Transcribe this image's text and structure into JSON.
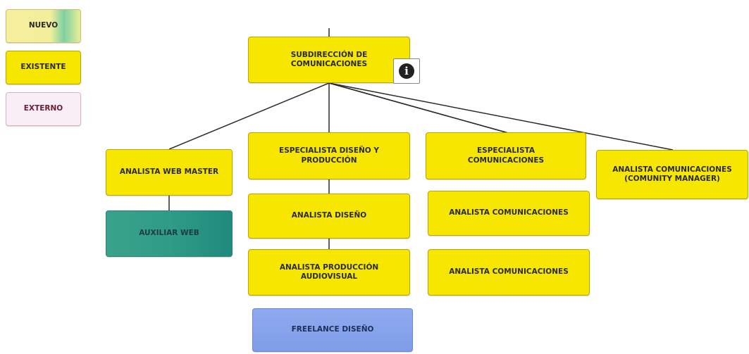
{
  "legend": {
    "nuevo": "NUEVO",
    "existente": "EXISTENTE",
    "externo": "EXTERNO"
  },
  "nodes": {
    "subdireccion": "SUBDIRECCIÓN DE COMUNICACIONES",
    "analista_web_master": "ANALISTA WEB MASTER",
    "auxiliar_web": "AUXILIAR WEB",
    "especialista_diseno": "ESPECIALISTA DISEÑO Y PRODUCCIÓN",
    "analista_diseno": "ANALISTA DISEÑO",
    "analista_produccion": "ANALISTA PRODUCCIÓN AUDIOVISUAL",
    "freelance_diseno": "FREELANCE DISEÑO",
    "especialista_comunicaciones": "ESPECIALISTA COMUNICACIONES",
    "analista_comunicaciones_1": "ANALISTA COMUNICACIONES",
    "analista_comunicaciones_2": "ANALISTA COMUNICACIONES",
    "analista_community": "ANALISTA COMUNICACIONES (COMUNITY MANAGER)"
  },
  "info_icon": "i",
  "colors": {
    "existente": "#f7e600",
    "nuevo": "#f6ef9e",
    "externo": "#faeef6",
    "auxiliar": "#2f9c86",
    "freelance": "#8eaaf0"
  }
}
